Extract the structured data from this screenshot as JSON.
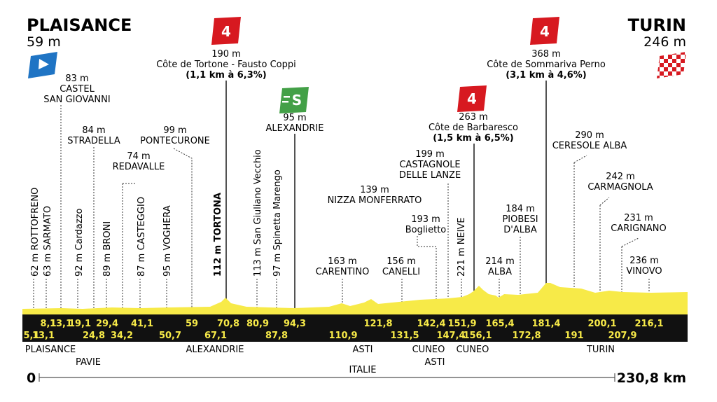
{
  "start": {
    "name": "PLAISANCE",
    "altitude": "59 m"
  },
  "finish": {
    "name": "TURIN",
    "altitude": "246 m"
  },
  "distance_start": "0",
  "distance_total": "230,8 km",
  "colors": {
    "profile": "#f7ea48",
    "track": "#111111",
    "climb": "#d71920",
    "sprint": "#43a047",
    "start_flag": "#1f74c4",
    "track_text": "#f7ea48"
  },
  "climbs": [
    {
      "id": "tortone",
      "category": "4",
      "altitude": "190 m",
      "name": "Côte de Tortone - Fausto Coppi",
      "detail": "(1,1 km à 6,3%)"
    },
    {
      "id": "barbaresco",
      "category": "4",
      "altitude": "263 m",
      "name": "Côte de Barbaresco",
      "detail": "(1,5 km à 6,5%)"
    },
    {
      "id": "sommariva",
      "category": "4",
      "altitude": "368 m",
      "name": "Côte de Sommariva Perno",
      "detail": "(3,1 km à 4,6%)"
    }
  ],
  "sprint": {
    "symbol": "S",
    "altitude": "95 m",
    "name": "ALEXANDRIE"
  },
  "horizontal_labels": [
    {
      "id": "castel",
      "lines": [
        "83 m",
        "CASTEL",
        "SAN GIOVANNI"
      ]
    },
    {
      "id": "stradella",
      "lines": [
        "84 m",
        "STRADELLA"
      ]
    },
    {
      "id": "pontecurone",
      "lines": [
        "99 m",
        "PONTECURONE"
      ]
    },
    {
      "id": "redavalle",
      "lines": [
        "74 m",
        "REDAVALLE"
      ]
    },
    {
      "id": "nizza",
      "lines": [
        "139 m",
        "NIZZA MONFERRATO"
      ]
    },
    {
      "id": "castagnole",
      "lines": [
        "199 m",
        "CASTAGNOLE",
        "DELLE LANZE"
      ]
    },
    {
      "id": "boglietto",
      "lines": [
        "193 m",
        "Boglietto"
      ]
    },
    {
      "id": "carentino",
      "lines": [
        "163 m",
        "CARENTINO"
      ]
    },
    {
      "id": "canelli",
      "lines": [
        "156 m",
        "CANELLI"
      ]
    },
    {
      "id": "alba",
      "lines": [
        "214 m",
        "ALBA"
      ]
    },
    {
      "id": "piobesi",
      "lines": [
        "184 m",
        "PIOBESI",
        "D'ALBA"
      ]
    },
    {
      "id": "ceresole",
      "lines": [
        "290 m",
        "CERESOLE ALBA"
      ]
    },
    {
      "id": "carmagnola",
      "lines": [
        "242 m",
        "CARMAGNOLA"
      ]
    },
    {
      "id": "carignano",
      "lines": [
        "231 m",
        "CARIGNANO"
      ]
    },
    {
      "id": "vinovo",
      "lines": [
        "236 m",
        "VINOVO"
      ]
    }
  ],
  "vertical_labels": [
    {
      "id": "rottofreno",
      "text": "62 m ROTTOFRENO",
      "bold": false
    },
    {
      "id": "sarmato",
      "text": "63 m SARMATO",
      "bold": false
    },
    {
      "id": "cardazzo",
      "text": "92 m Cardazzo",
      "bold": false
    },
    {
      "id": "broni",
      "text": "89 m BRONI",
      "bold": false
    },
    {
      "id": "casteggio",
      "text": "87 m CASTEGGIO",
      "bold": false
    },
    {
      "id": "voghera",
      "text": "95 m VOGHERA",
      "bold": false
    },
    {
      "id": "tortona",
      "text": "112 m TORTONA",
      "bold": true
    },
    {
      "id": "sangiuliano",
      "text": "113 m San Giuliano Vecchio",
      "bold": false
    },
    {
      "id": "spinetta",
      "text": "97 m Spinetta Marengo",
      "bold": false
    },
    {
      "id": "neive",
      "text": "221 m NEIVE",
      "bold": false
    }
  ],
  "km_top": [
    "8,1",
    "13,1",
    "19,1",
    "29,4",
    "41,1",
    "59",
    "70,8",
    "80,9",
    "94,3",
    "121,8",
    "142,4",
    "151,9",
    "165,4",
    "181,4",
    "200,1",
    "216,1"
  ],
  "km_bottom": [
    "5,1",
    "13,1",
    "24,8",
    "34,2",
    "50,7",
    "67,1",
    "87,8",
    "110,9",
    "131,5",
    "147,4",
    "156,1",
    "172,8",
    "191",
    "207,9"
  ],
  "towns_below": [
    "PLAISANCE",
    "PAVIE",
    "ALEXANDRIE",
    "ASTI",
    "CUNEO",
    "ASTI",
    "CUNEO",
    "TURIN"
  ],
  "country": "ITALIE"
}
